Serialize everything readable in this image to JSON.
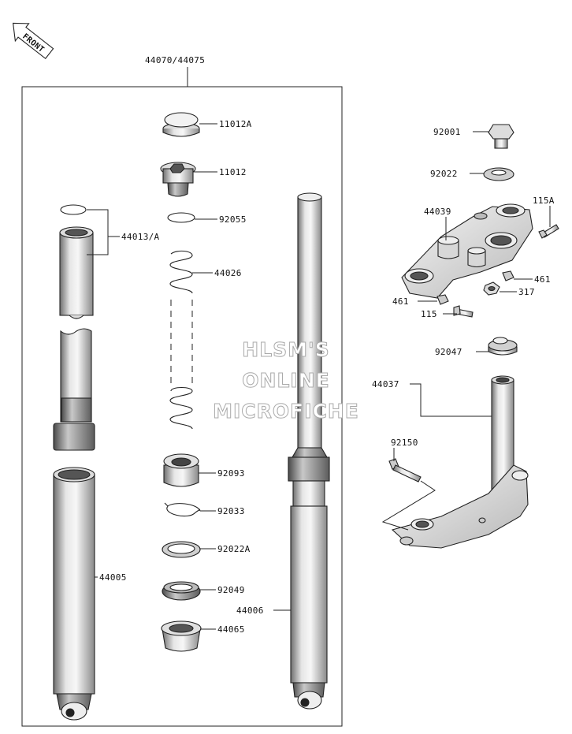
{
  "front_badge": "FRONT",
  "assembly_label": "44070/44075",
  "parts": {
    "p11012A": "11012A",
    "p11012": "11012",
    "p92055": "92055",
    "p44013A": "44013/A",
    "p44026": "44026",
    "p92093": "92093",
    "p92033": "92033",
    "p92022A": "92022A",
    "p92049": "92049",
    "p44065": "44065",
    "p44005": "44005",
    "p44006": "44006",
    "p92001": "92001",
    "p92022": "92022",
    "p44039": "44039",
    "p115A": "115A",
    "p461a": "461",
    "p461b": "461",
    "p317": "317",
    "p115": "115",
    "p92047": "92047",
    "p44037": "44037",
    "p92150": "92150"
  },
  "watermark": {
    "line1": "HLSM'S",
    "line2": "ONLINE",
    "line3": "MICROFICHE"
  }
}
